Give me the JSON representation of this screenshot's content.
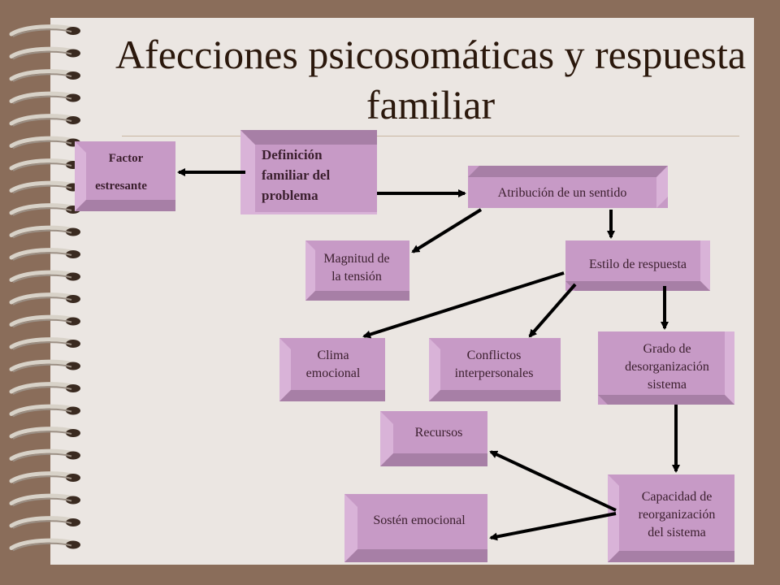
{
  "title": "Afecciones psicosomáticas y respuesta familiar",
  "colors": {
    "box_face": "#c79ac6",
    "box_side": "#d9b3d8",
    "box_dark": "#a77fa6",
    "arrow": "#000000",
    "page": "#ebe6e2",
    "frame": "#8a6d5a"
  },
  "nodes": {
    "factor": {
      "line1": "Factor",
      "line2": "estresante"
    },
    "definicion": {
      "line1": "Definición",
      "line2": "familiar del",
      "line3": "problema"
    },
    "atribucion": {
      "text": "Atribución de un sentido"
    },
    "magnitud": {
      "line1": "Magnitud de",
      "line2": "la tensión"
    },
    "estilo": {
      "text": "Estilo de respuesta"
    },
    "clima": {
      "line1": "Clima",
      "line2": "emocional"
    },
    "conflictos": {
      "line1": "Conflictos",
      "line2": "interpersonales"
    },
    "grado": {
      "line1": "Grado de",
      "line2": "desorganización",
      "line3": "sistema"
    },
    "recursos": {
      "text": "Recursos"
    },
    "capacidad": {
      "line1": "Capacidad de",
      "line2": "reorganización",
      "line3": "del sistema"
    },
    "sosten": {
      "text": "Sostén emocional"
    }
  }
}
